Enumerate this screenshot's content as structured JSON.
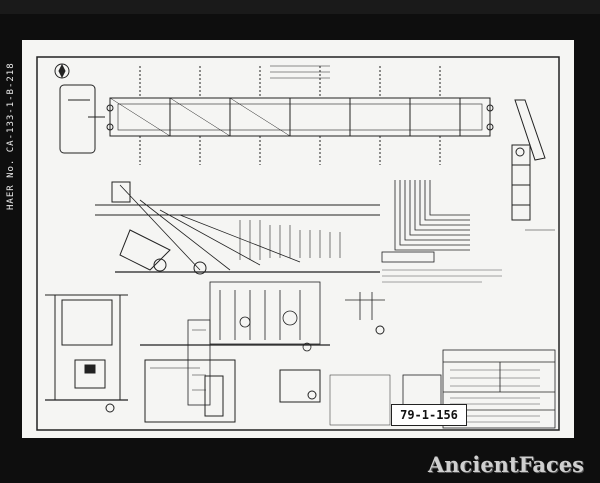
{
  "document": {
    "side_id": "HAER No. CA-133-1-B-218",
    "sheet_number": "79-1-156",
    "watermark": "AncientFaces",
    "colors": {
      "paper": "#f5f5f3",
      "ink": "#222222",
      "frame": "#0e0e0e"
    }
  }
}
